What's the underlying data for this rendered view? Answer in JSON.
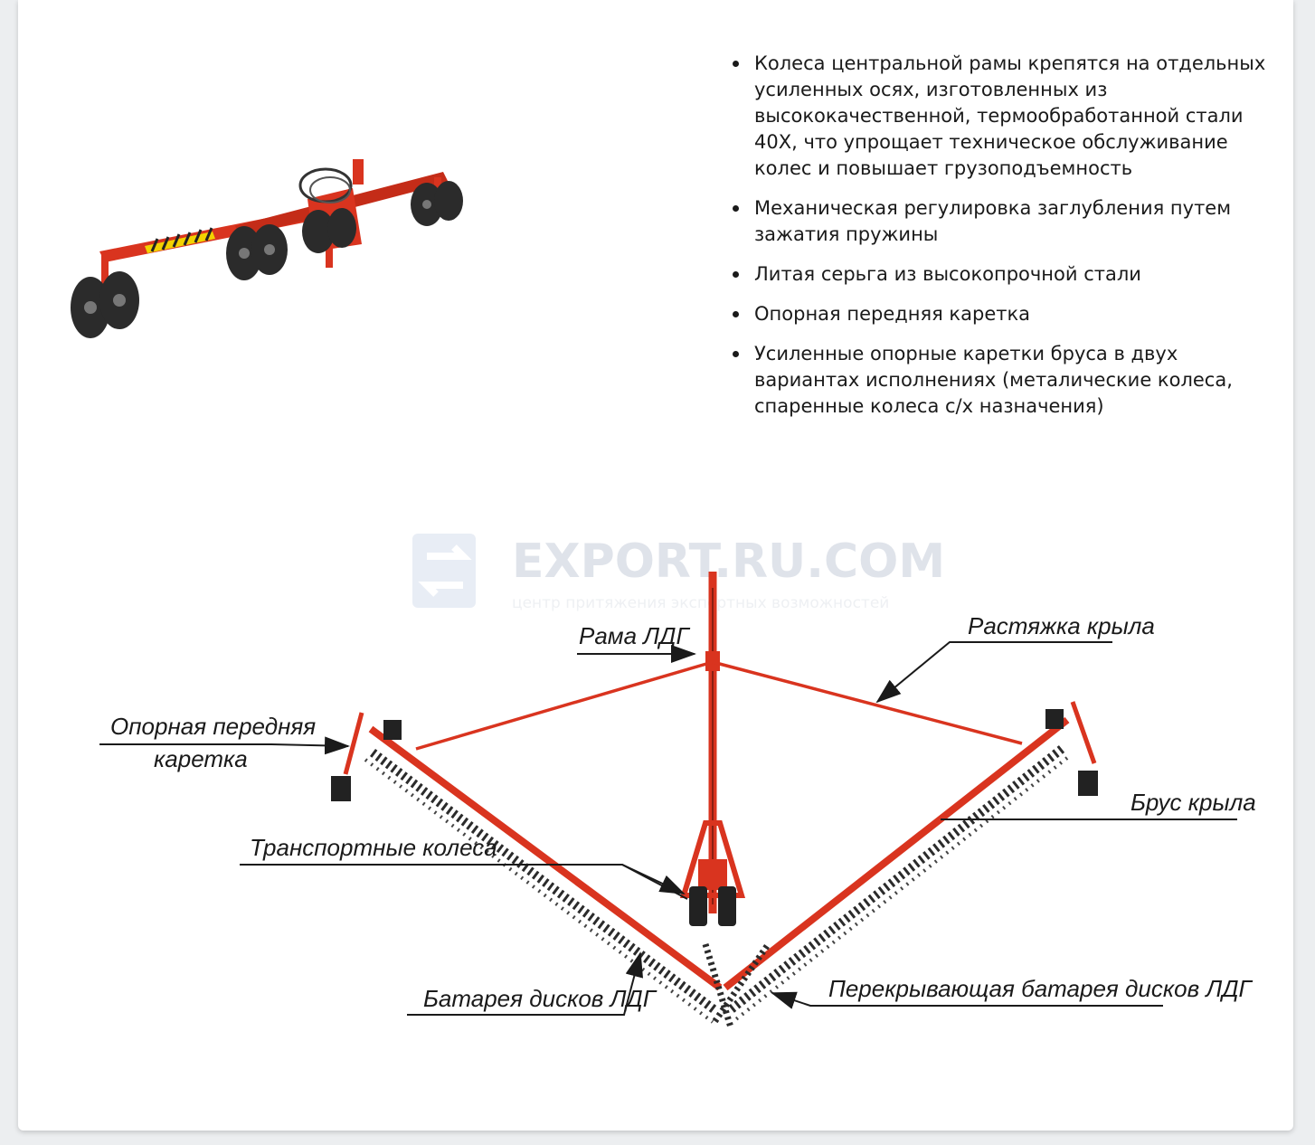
{
  "features": [
    "Колеса центральной рамы крепятся на отдельных усиленных осях, изготовленных из высококачественной, термообработанной стали 40Х, что упрощает техническое обслуживание колес и повышает грузоподъемность",
    "Механическая регулировка заглубления путем зажатия пружины",
    "Литая серьга из высокопрочной стали",
    "Опорная передняя каретка",
    "Усиленные опорные каретки бруса в двух вариантах исполнениях (металические колеса, спаренные колеса с/х назначения)"
  ],
  "watermark": {
    "title": "EXPORT.RU.COM",
    "subtitle": "центр притяжения экспортных возможностей"
  },
  "diagram": {
    "labels": {
      "frame": "Рама ЛДГ",
      "wing_brace": "Растяжка крыла",
      "front_carriage_1": "Опорная передняя",
      "front_carriage_2": "каретка",
      "wing_beam": "Брус крыла",
      "transport_wheels": "Транспортные колеса",
      "disc_battery": "Батарея дисков ЛДГ",
      "overlap_battery": "Перекрывающая батарея дисков ЛДГ"
    }
  },
  "colors": {
    "frame_red": "#d9341f",
    "text": "#1a1a1a",
    "tire": "#2b2b2b"
  }
}
